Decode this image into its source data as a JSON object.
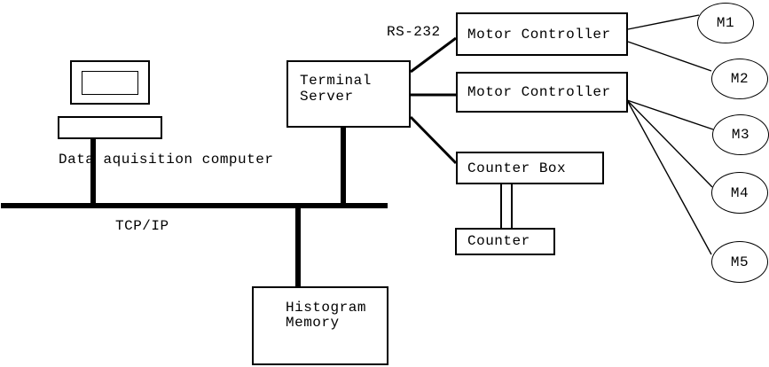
{
  "diagram": {
    "background": "#ffffff",
    "line_color": "#000000",
    "computer": {
      "label": "Data aquisition computer"
    },
    "bus": {
      "label": "TCP/IP"
    },
    "serial_link": {
      "label": "RS-232"
    },
    "terminal_server": {
      "line1": "Terminal",
      "line2": "Server"
    },
    "motor_controller_1": {
      "label": "Motor Controller"
    },
    "motor_controller_2": {
      "label": "Motor Controller"
    },
    "counter_box": {
      "label": "Counter Box"
    },
    "counter": {
      "label": "Counter"
    },
    "histogram_memory": {
      "line1": "Histogram",
      "line2": "Memory"
    },
    "motors": [
      {
        "label": "M1"
      },
      {
        "label": "M2"
      },
      {
        "label": "M3"
      },
      {
        "label": "M4"
      },
      {
        "label": "M5"
      }
    ]
  }
}
